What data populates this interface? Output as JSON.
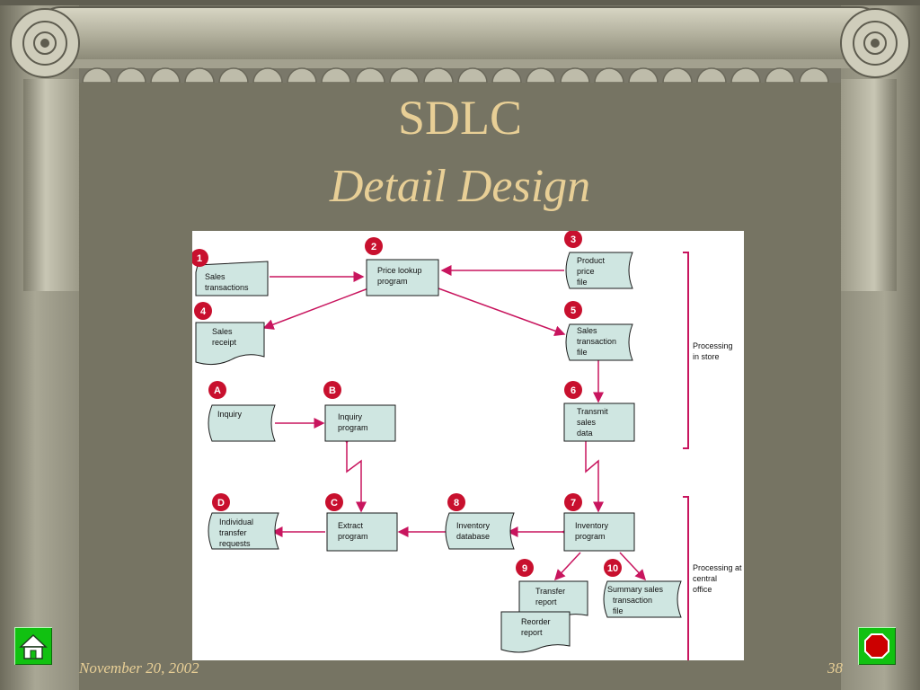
{
  "slide": {
    "title": "SDLC",
    "subtitle": "Detail Design",
    "date": "November 20, 2002",
    "page_number": "38"
  },
  "diagram": {
    "group_labels": {
      "store": [
        "Processing",
        "in store"
      ],
      "central": [
        "Processing at",
        "central",
        "office"
      ]
    },
    "markers": {
      "m1": "1",
      "m2": "2",
      "m3": "3",
      "m4": "4",
      "m5": "5",
      "m6": "6",
      "m7": "7",
      "m8": "8",
      "m9": "9",
      "m10": "10",
      "mA": "A",
      "mB": "B",
      "mC": "C",
      "mD": "D"
    },
    "nodes": {
      "sales_transactions": [
        "Sales",
        "transactions"
      ],
      "price_lookup": [
        "Price lookup",
        "program"
      ],
      "product_price_file": [
        "Product",
        "price",
        "file"
      ],
      "sales_receipt": [
        "Sales",
        "receipt"
      ],
      "sales_transaction_file": [
        "Sales",
        "transaction",
        "file"
      ],
      "inquiry": [
        "Inquiry"
      ],
      "inquiry_program": [
        "Inquiry",
        "program"
      ],
      "transmit_sales_data": [
        "Transmit",
        "sales",
        "data"
      ],
      "individual_transfer": [
        "Individual",
        "transfer",
        "requests"
      ],
      "extract_program": [
        "Extract",
        "program"
      ],
      "inventory_database": [
        "Inventory",
        "database"
      ],
      "inventory_program": [
        "Inventory",
        "program"
      ],
      "transfer_report": [
        "Transfer",
        "report"
      ],
      "summary_sales": [
        "Summary sales",
        "transaction",
        "file"
      ],
      "reorder_report": [
        "Reorder",
        "report"
      ]
    }
  },
  "colors": {
    "title": "#e8cf96",
    "arrow": "#c8155e",
    "marker": "#c8102e",
    "node_fill": "#cfe6e1",
    "home_button": "#11c111",
    "stop_button": "#cc0000"
  },
  "icons": {
    "home": "home-icon",
    "stop": "stop-icon"
  }
}
